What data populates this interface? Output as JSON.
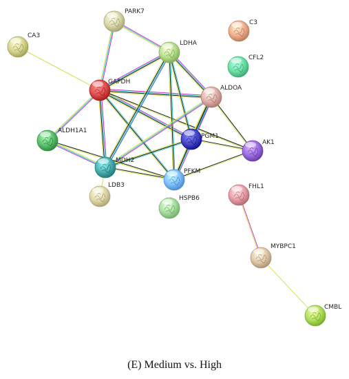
{
  "caption": "(E)  Medium vs. High",
  "legend_colors": {
    "line_textmining": "#d4e157",
    "line_coexpression": "#1a1a1a",
    "line_experimental": "#cc33cc",
    "line_database": "#33cccc",
    "line_neighborhood": "#3366cc",
    "line_fusion": "#33aa33",
    "line_cooccurrence": "#ffee55"
  },
  "nodes": [
    {
      "id": "PARK7",
      "label": "PARK7",
      "color": "#d8d8a8"
    },
    {
      "id": "CA3",
      "label": "CA3",
      "color": "#d6d690"
    },
    {
      "id": "C3",
      "label": "C3",
      "color": "#f0b090"
    },
    {
      "id": "LDHA",
      "label": "LDHA",
      "color": "#b8e090"
    },
    {
      "id": "CFL2",
      "label": "CFL2",
      "color": "#70e0a8"
    },
    {
      "id": "GAPDH",
      "label": "GAPDH",
      "color": "#e05050"
    },
    {
      "id": "ALDOA",
      "label": "ALDOA",
      "color": "#e0b0a8"
    },
    {
      "id": "ALDH1A1",
      "label": "ALDH1A1",
      "color": "#60c070"
    },
    {
      "id": "PGM1",
      "label": "PGM1",
      "color": "#4848c8"
    },
    {
      "id": "AK1",
      "label": "AK1",
      "color": "#9c70e0"
    },
    {
      "id": "MDH2",
      "label": "MDH2",
      "color": "#50b0b0"
    },
    {
      "id": "PFKM",
      "label": "PFKM",
      "color": "#80c0ff"
    },
    {
      "id": "LDB3",
      "label": "LDB3",
      "color": "#e0d8a8"
    },
    {
      "id": "HSPB6",
      "label": "HSPB6",
      "color": "#a8e0a0"
    },
    {
      "id": "FHL1",
      "label": "FHL1",
      "color": "#e8a0a8"
    },
    {
      "id": "MYBPC1",
      "label": "MYBPC1",
      "color": "#e0c8a8"
    },
    {
      "id": "CMBL",
      "label": "CMBL",
      "color": "#b0e060"
    }
  ],
  "edges": [
    {
      "source": "CA3",
      "target": "GAPDH",
      "types": [
        "textmining"
      ]
    },
    {
      "source": "PARK7",
      "target": "GAPDH",
      "types": [
        "experimental",
        "database",
        "textmining"
      ]
    },
    {
      "source": "PARK7",
      "target": "LDHA",
      "types": [
        "experimental",
        "database",
        "textmining"
      ]
    },
    {
      "source": "GAPDH",
      "target": "LDHA",
      "types": [
        "experimental",
        "database",
        "coexpression",
        "textmining"
      ]
    },
    {
      "source": "GAPDH",
      "target": "ALDOA",
      "types": [
        "experimental",
        "database",
        "coexpression",
        "textmining"
      ]
    },
    {
      "source": "GAPDH",
      "target": "PGM1",
      "types": [
        "experimental",
        "database",
        "coexpression",
        "textmining"
      ]
    },
    {
      "source": "GAPDH",
      "target": "PFKM",
      "types": [
        "database",
        "coexpression",
        "textmining"
      ]
    },
    {
      "source": "GAPDH",
      "target": "MDH2",
      "types": [
        "experimental",
        "database",
        "coexpression",
        "textmining"
      ]
    },
    {
      "source": "GAPDH",
      "target": "ALDH1A1",
      "types": [
        "experimental",
        "database",
        "textmining"
      ]
    },
    {
      "source": "GAPDH",
      "target": "AK1",
      "types": [
        "coexpression",
        "textmining"
      ]
    },
    {
      "source": "LDHA",
      "target": "ALDOA",
      "types": [
        "experimental",
        "database",
        "coexpression",
        "textmining"
      ]
    },
    {
      "source": "LDHA",
      "target": "PGM1",
      "types": [
        "database",
        "coexpression",
        "textmining"
      ]
    },
    {
      "source": "LDHA",
      "target": "PFKM",
      "types": [
        "database",
        "coexpression",
        "textmining"
      ]
    },
    {
      "source": "LDHA",
      "target": "MDH2",
      "types": [
        "neighborhood",
        "database",
        "coexpression",
        "textmining"
      ]
    },
    {
      "source": "ALDOA",
      "target": "PGM1",
      "types": [
        "neighborhood",
        "database",
        "coexpression",
        "textmining"
      ]
    },
    {
      "source": "ALDOA",
      "target": "PFKM",
      "types": [
        "experimental",
        "database",
        "coexpression",
        "textmining"
      ]
    },
    {
      "source": "ALDOA",
      "target": "MDH2",
      "types": [
        "experimental",
        "database",
        "textmining"
      ]
    },
    {
      "source": "ALDOA",
      "target": "AK1",
      "types": [
        "coexpression",
        "textmining"
      ]
    },
    {
      "source": "PGM1",
      "target": "AK1",
      "types": [
        "coexpression",
        "textmining"
      ]
    },
    {
      "source": "PGM1",
      "target": "PFKM",
      "types": [
        "database",
        "coexpression",
        "textmining"
      ]
    },
    {
      "source": "PGM1",
      "target": "MDH2",
      "types": [
        "database",
        "coexpression",
        "textmining"
      ]
    },
    {
      "source": "PFKM",
      "target": "AK1",
      "types": [
        "coexpression",
        "textmining"
      ]
    },
    {
      "source": "MDH2",
      "target": "PFKM",
      "types": [
        "coexpression",
        "textmining"
      ]
    },
    {
      "source": "MDH2",
      "target": "ALDH1A1",
      "types": [
        "experimental",
        "database",
        "textmining"
      ]
    },
    {
      "source": "MDH2",
      "target": "LDB3",
      "types": [
        "textmining"
      ]
    },
    {
      "source": "ALDH1A1",
      "target": "PFKM",
      "types": [
        "coexpression",
        "textmining"
      ]
    },
    {
      "source": "FHL1",
      "target": "MYBPC1",
      "types": [
        "experimental",
        "textmining"
      ]
    },
    {
      "source": "MYBPC1",
      "target": "CMBL",
      "types": [
        "textmining"
      ]
    }
  ]
}
